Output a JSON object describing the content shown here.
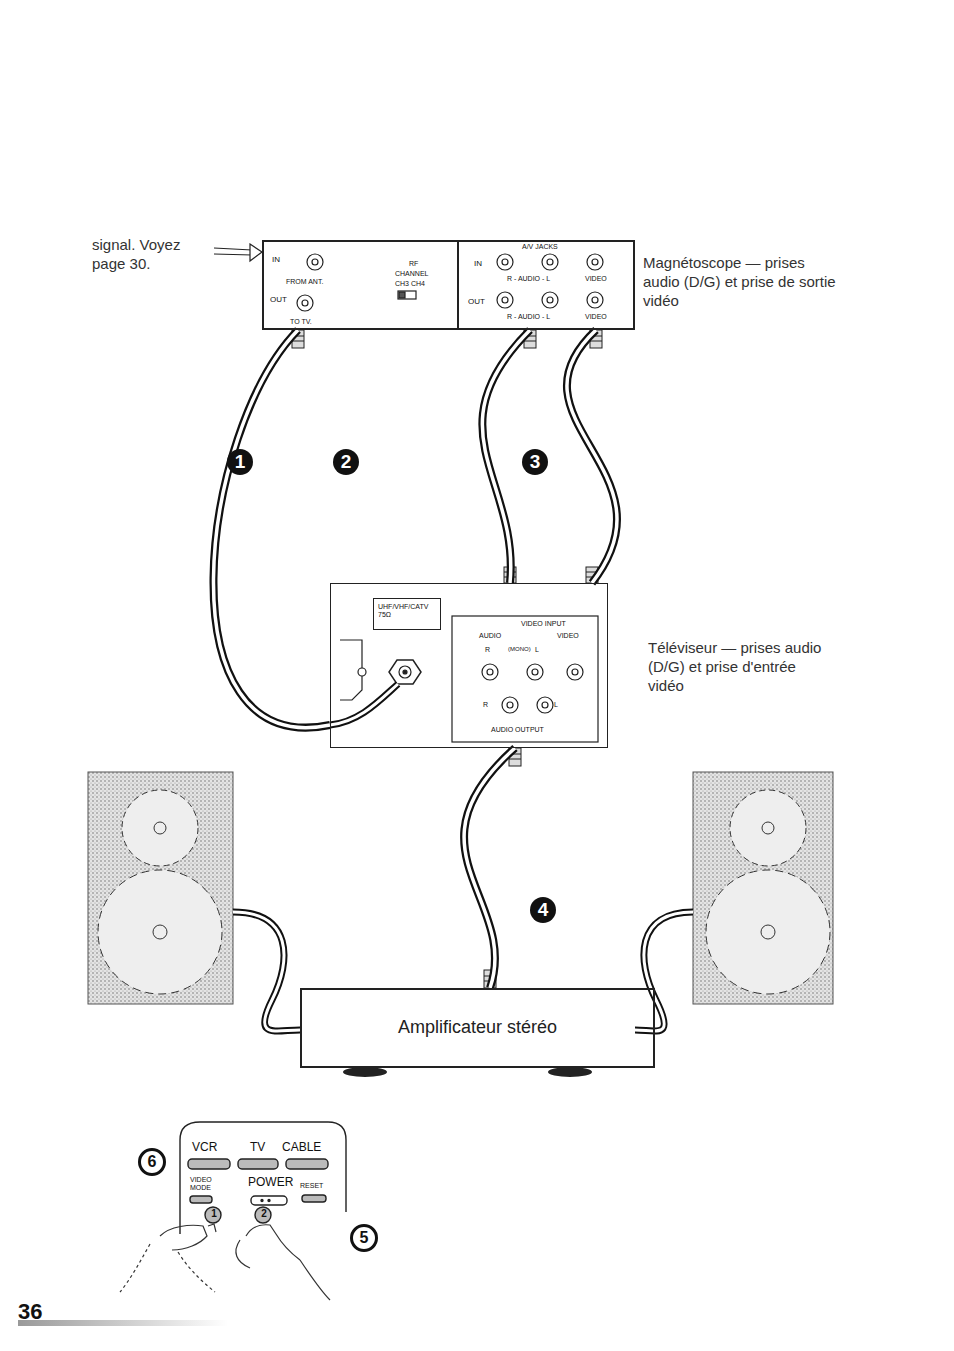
{
  "diagram": {
    "nodes": [
      {
        "text": [
          "IN",
          "FROM ANT.",
          "OUT",
          "TO TV.",
          "RF",
          "CHANNEL",
          "CH3 CH4",
          "A/V JACKS",
          "IN",
          "R - AUDIO - L",
          "VIDEO",
          "OUT",
          "R - AUDIO - L",
          "VIDEO"
        ]
      },
      {
        "text": [
          "VIDEO INPUT",
          "AUDIO",
          "VIDEO",
          "R",
          "(MONO)",
          "L",
          "R",
          "L",
          "AUDIO OUTPUT"
        ]
      },
      {
        "text": [
          "UHF/VHF/CATV 75Ω"
        ],
        "in": 1
      },
      {
        "text": [
          "Amplificateur stéréo"
        ]
      },
      {
        "text": [
          "VCR",
          "TV",
          "CABLE",
          "VIDEO MODE",
          "POWER",
          "RESET",
          "1",
          "2"
        ]
      }
    ],
    "edges": [
      {
        "from": 0,
        "to": 1,
        "arrow": "none"
      },
      {
        "from": 0,
        "to": 1,
        "arrow": "none"
      },
      {
        "from": 0,
        "to": 1,
        "arrow": "none"
      },
      {
        "from": 1,
        "to": 3,
        "arrow": "none"
      }
    ],
    "labels": [
      "signal. Voyez page 30.",
      "Magnétoscope — prises audio (D/G) et prise de sortie vidéo",
      "Téléviseur — prises audio (D/G) et prise d'entrée vidéo",
      "1",
      "2",
      "3",
      "4",
      "5",
      "6",
      "36"
    ]
  }
}
